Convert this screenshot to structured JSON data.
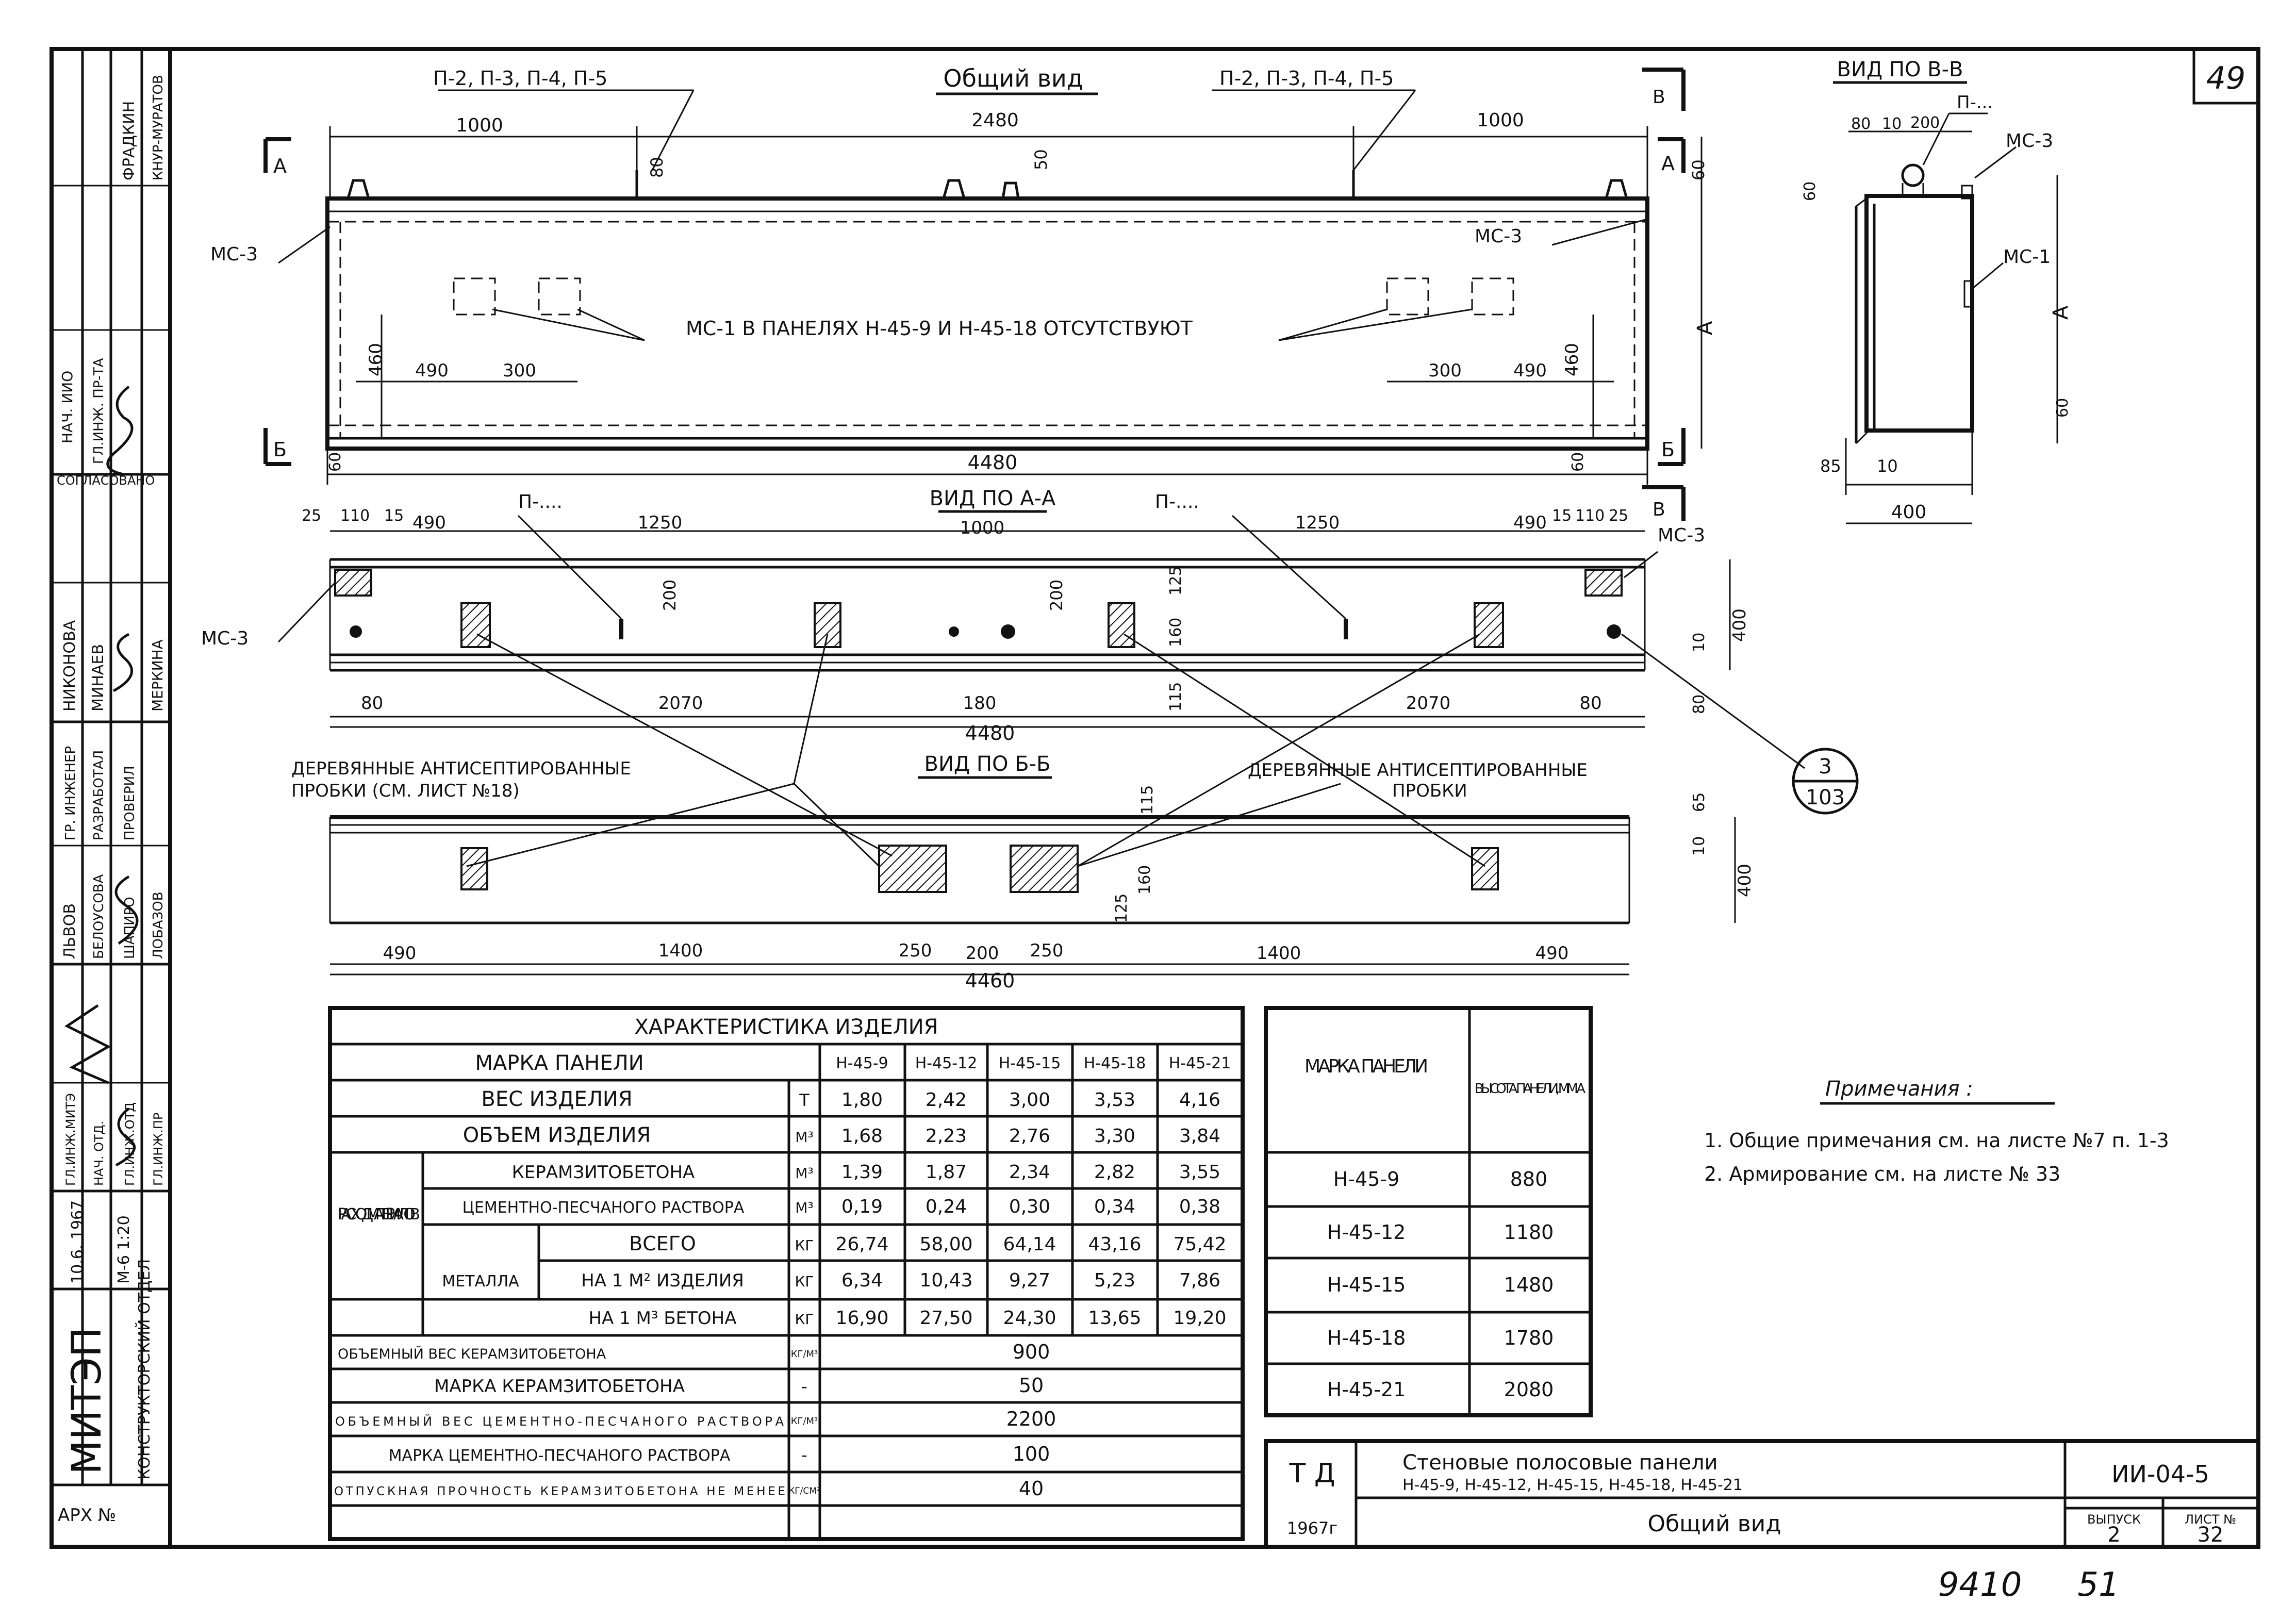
{
  "sheet": {
    "page_number": "49",
    "bottom_note_left": "9410",
    "bottom_note_right": "51"
  },
  "left_strip": {
    "roles": [
      "НАЧ. ИИО",
      "ГЛ.ИНЖ. ПР-ТА",
      "СОГЛАСОВАНО",
      "ГР. ИНЖЕНЕР",
      "РАЗРАБОТАЛ",
      "ПРОВЕРИЛ",
      "ГЛ.ИНЖ.МИТЭ",
      "НАЧ. ОТД.",
      "ГЛ.ИНЖ.ОТД",
      "ГЛ.ИНЖ.ПР"
    ],
    "names": [
      "ФРАДКИН",
      "КНУР-МУРАТОВ",
      "НИКОНОВА",
      "МИНАЕВ",
      "МЕРКИНА",
      "ЛЬВОВ",
      "БЕЛОУСОВА",
      "ШАПИРО",
      "ЛОБАЗОВ"
    ],
    "date": "10.6. 1967",
    "sheet_code": "М-6 1:20",
    "org": "МИТЭП",
    "dept": "КОНСТРУКТОРСКИЙ ОТДЕЛ",
    "arch": "АРХ №"
  },
  "general_view": {
    "title": "Общий вид",
    "loop_label_left": "П-2, П-3, П-4, П-5",
    "loop_label_right": "П-2, П-3, П-4, П-5",
    "ms3_left": "МС-3",
    "ms3_right": "МС-3",
    "ms1_note": "МС-1  В ПАНЕЛЯХ  Н-45-9  И  Н-45-18  ОТСУТСТВУЮТ",
    "section_a": "А",
    "section_b": "Б",
    "section_v": "В",
    "dims": {
      "d1000": "1000",
      "d2480": "2480",
      "d1000r": "1000",
      "d80": "80",
      "d50": "50",
      "d60t": "60",
      "d460l": "460",
      "d490l": "490",
      "d300l": "300",
      "d300r": "300",
      "d490r": "490",
      "d460r": "460",
      "d4480": "4480",
      "d60l": "60",
      "d60r": "60",
      "dA": "А"
    }
  },
  "view_aa": {
    "title": "ВИД ПО А-А",
    "p_left": "П-....",
    "p_right": "П-....",
    "ms3_left": "МС-3",
    "ms3_right": "МС-3",
    "dims": {
      "d25": "25",
      "d110": "110",
      "d15": "15",
      "d490": "490",
      "d1250": "1250",
      "d1000": "1000",
      "d1250r": "1250",
      "d490r": "490",
      "d15r": "15",
      "d110r": "110",
      "d25r": "25",
      "d200a": "200",
      "d200b": "200",
      "d125": "125",
      "d160": "160",
      "d400": "400",
      "d10": "10",
      "d80l": "80",
      "d2070l": "2070",
      "d180": "180",
      "d115": "115",
      "d2070r": "2070",
      "d80r": "80",
      "d80v": "80",
      "d4480": "4480"
    },
    "callout_top": "3",
    "callout_bottom": "103"
  },
  "view_bb": {
    "title": "ВИД ПО Б-Б",
    "note_left_1": "ДЕРЕВЯННЫЕ  АНТИСЕПТИРОВАННЫЕ",
    "note_left_2": "ПРОБКИ  (СМ. ЛИСТ №18)",
    "note_right_1": "ДЕРЕВЯННЫЕ  АНТИСЕПТИРОВАННЫЕ",
    "note_right_2": "ПРОБКИ",
    "dims": {
      "d115": "115",
      "d65": "65",
      "d10": "10",
      "d400": "400",
      "d125": "125",
      "d160": "160",
      "d490l": "490",
      "d1400l": "1400",
      "d250l": "250",
      "d200": "200",
      "d250r": "250",
      "d1400r": "1400",
      "d490r": "490",
      "d4460": "4460"
    }
  },
  "view_vv": {
    "title": "ВИД ПО В-В",
    "p_label": "П-...",
    "ms3": "МС-3",
    "ms1": "МС-1",
    "dims": {
      "d80": "80",
      "d10": "10",
      "d200": "200",
      "d60t": "60",
      "dA": "А",
      "d60b": "60",
      "d85": "85",
      "d10b": "10",
      "d400": "400"
    }
  },
  "char_table": {
    "title": "ХАРАКТЕРИСТИКА   ИЗДЕЛИЯ",
    "mark_label": "МАРКА   ПАНЕЛИ",
    "marks": [
      "Н-45-9",
      "Н-45-12",
      "Н-45-15",
      "Н-45-18",
      "Н-45-21"
    ],
    "weight": {
      "label": "ВЕС   ИЗДЕЛИЯ",
      "unit": "Т",
      "values": [
        "1,80",
        "2,42",
        "3,00",
        "3,53",
        "4,16"
      ]
    },
    "volume": {
      "label": "ОБЪЕМ   ИЗДЕЛИЯ",
      "unit": "М³",
      "values": [
        "1,68",
        "2,23",
        "2,76",
        "3,30",
        "3,84"
      ]
    },
    "rashod_label": "РАСХОД МАТЕРИ- АЛОВ",
    "keramzit": {
      "label": "КЕРАМЗИТОБЕТОНА",
      "unit": "М³",
      "values": [
        "1,39",
        "1,87",
        "2,34",
        "2,82",
        "3,55"
      ]
    },
    "cement": {
      "label": "ЦЕМЕНТНО-ПЕСЧАНОГО РАСТВОРА",
      "unit": "М³",
      "values": [
        "0,19",
        "0,24",
        "0,30",
        "0,34",
        "0,38"
      ]
    },
    "metal_label": "МЕТАЛЛА",
    "metal_total": {
      "label": "ВСЕГО",
      "unit": "КГ",
      "values": [
        "26,74",
        "58,00",
        "64,14",
        "43,16",
        "75,42"
      ]
    },
    "metal_m2": {
      "label": "НА 1 М² ИЗДЕЛИЯ",
      "unit": "КГ",
      "values": [
        "6,34",
        "10,43",
        "9,27",
        "5,23",
        "7,86"
      ]
    },
    "metal_m3": {
      "label": "НА 1 М³ БЕТОНА",
      "unit": "КГ",
      "values": [
        "16,90",
        "27,50",
        "24,30",
        "13,65",
        "19,20"
      ]
    },
    "wide_rows": [
      {
        "label": "ОБЪЕМНЫЙ ВЕС КЕРАМЗИТОБЕТОНА",
        "unit": "КГ/М³",
        "value": "900"
      },
      {
        "label": "МАРКА   КЕРАМЗИТОБЕТОНА",
        "unit": "-",
        "value": "50"
      },
      {
        "label": "ОБЪЕМНЫЙ ВЕС ЦЕМЕНТНО-ПЕСЧАНОГО РАСТВОРА",
        "unit": "КГ/М³",
        "value": "2200"
      },
      {
        "label": "МАРКА   ЦЕМЕНТНО-ПЕСЧАНОГО РАСТВОРА",
        "unit": "-",
        "value": "100"
      },
      {
        "label": "ОТПУСКНАЯ ПРОЧНОСТЬ КЕРАМЗИТОБЕТОНА НЕ МЕНЕЕ",
        "unit": "КГ/СМ²",
        "value": "40"
      }
    ]
  },
  "height_table": {
    "header_mark": "МАРКА ПАНЕЛИ",
    "header_height": "ВЫСОТА ПАНЕЛИ, ММ А",
    "rows": [
      {
        "mark": "Н-45-9",
        "height": "880"
      },
      {
        "mark": "Н-45-12",
        "height": "1180"
      },
      {
        "mark": "Н-45-15",
        "height": "1480"
      },
      {
        "mark": "Н-45-18",
        "height": "1780"
      },
      {
        "mark": "Н-45-21",
        "height": "2080"
      }
    ]
  },
  "notes": {
    "title": "Примечания :",
    "items": [
      "1. Общие примечания см. на листе №7 п. 1-3",
      "2. Армирование см. на листе № 33"
    ]
  },
  "title_block": {
    "td": "Т Д",
    "year": "1967г",
    "name_1": "Стеновые   полосовые   панели",
    "name_2": "Н-45-9,  Н-45-12,  Н-45-15,  Н-45-18,  Н-45-21",
    "subtitle": "Общий   вид",
    "code": "ИИ-04-5",
    "issue_label": "ВЫПУСК",
    "issue": "2",
    "sheet_label": "ЛИСТ №",
    "sheet": "32"
  }
}
